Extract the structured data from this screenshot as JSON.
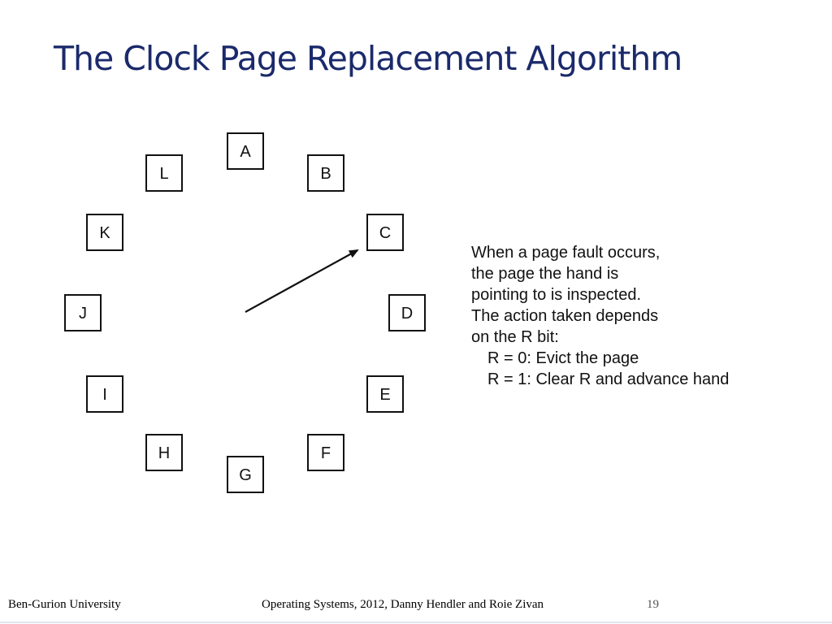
{
  "slide": {
    "title": "The Clock Page Replacement Algorithm"
  },
  "diagram": {
    "pages": [
      "A",
      "B",
      "C",
      "D",
      "E",
      "F",
      "G",
      "H",
      "I",
      "J",
      "K",
      "L"
    ],
    "hand_points_to": "C"
  },
  "description": {
    "lines": [
      "When a page fault occurs,",
      "the page the hand is",
      "pointing to is inspected.",
      "The action taken depends",
      "on the R bit:"
    ],
    "rules": [
      "R = 0: Evict the page",
      "R = 1: Clear R and advance hand"
    ]
  },
  "footer": {
    "left": "Ben-Gurion University",
    "center": "Operating Systems, 2012, Danny Hendler and Roie Zivan",
    "page_number": "19"
  },
  "colors": {
    "title": "#1b2a6b",
    "stroke": "#111111"
  }
}
